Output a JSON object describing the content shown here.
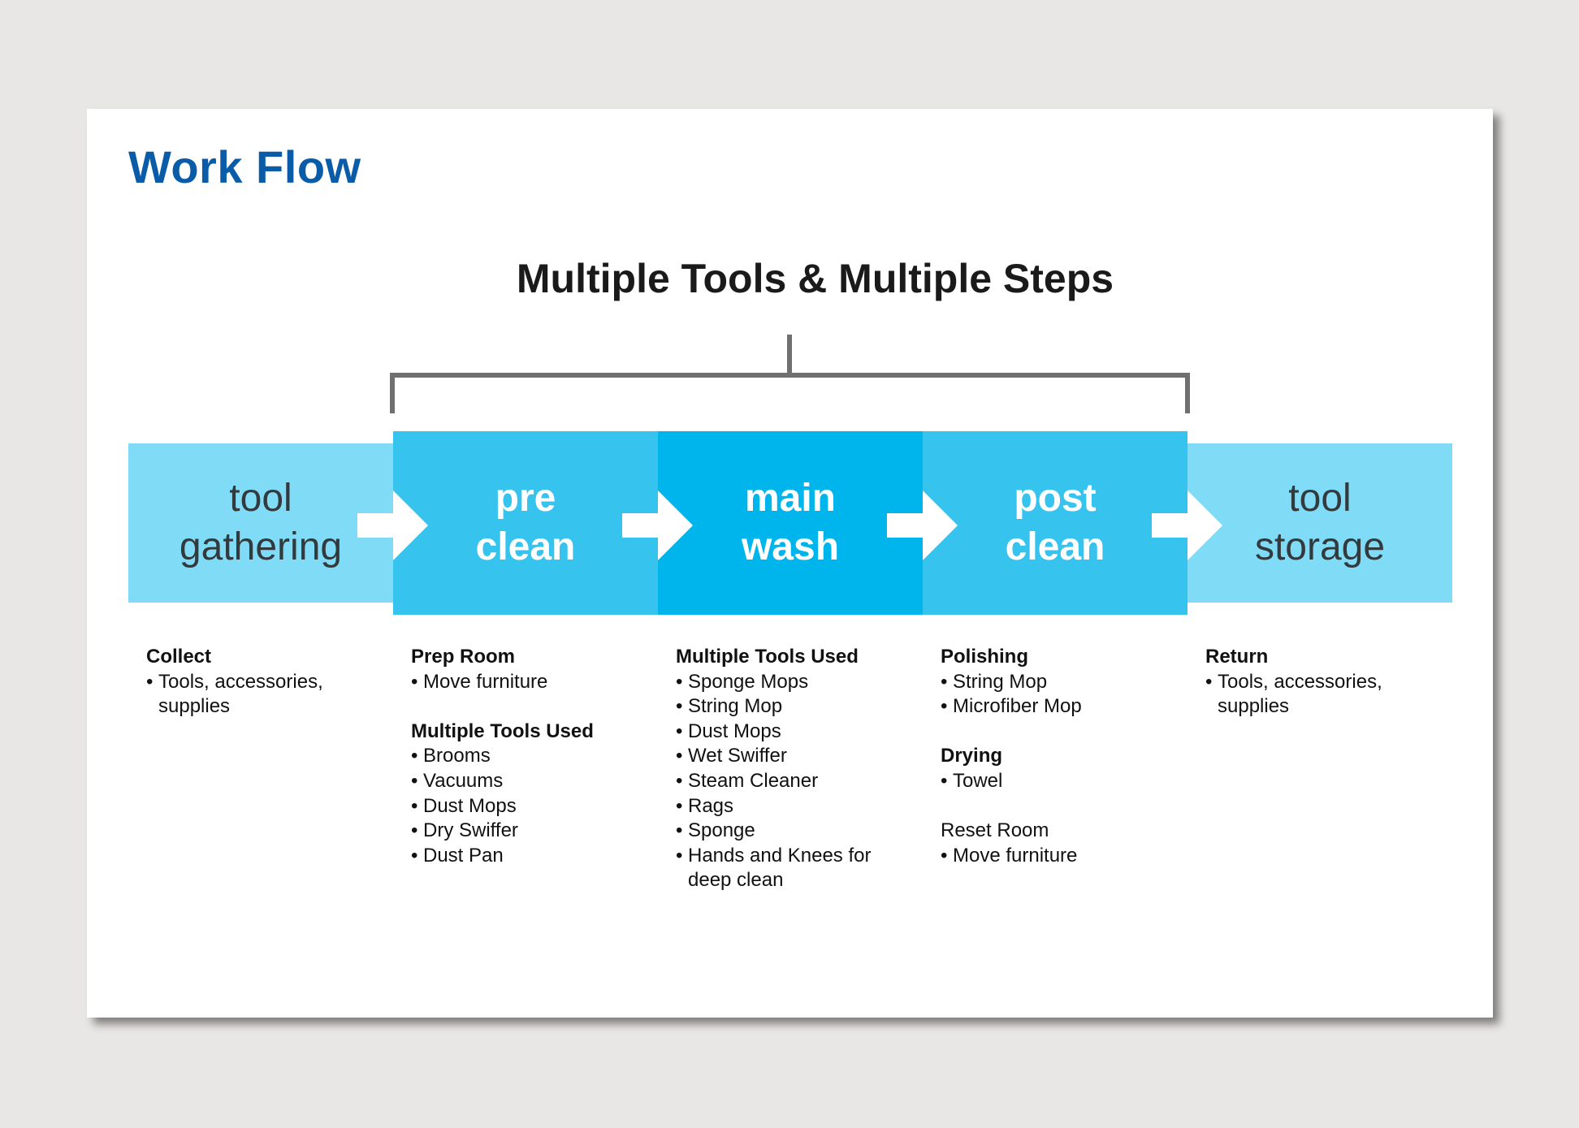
{
  "page": {
    "title": "Work Flow",
    "heading": "Multiple Tools & Multiple Steps"
  },
  "colors": {
    "title": "#0a5ca8",
    "outer_step": "#80dcf6",
    "inner_step": "#36c4ef",
    "main_step": "#00b5ec",
    "bracket": "#707070",
    "arrow": "#ffffff"
  },
  "steps": [
    {
      "line1": "tool",
      "line2": "gathering"
    },
    {
      "line1": "pre",
      "line2": "clean"
    },
    {
      "line1": "main",
      "line2": "wash"
    },
    {
      "line1": "post",
      "line2": "clean"
    },
    {
      "line1": "tool",
      "line2": "storage"
    }
  ],
  "columns": [
    {
      "sections": [
        {
          "heading": "Collect",
          "items": [
            "Tools, accessories, supplies"
          ]
        }
      ]
    },
    {
      "sections": [
        {
          "heading": "Prep Room",
          "items": [
            "Move furniture"
          ]
        },
        {
          "heading": "Multiple Tools Used",
          "items": [
            "Brooms",
            "Vacuums",
            "Dust Mops",
            "Dry Swiffer",
            "Dust Pan"
          ]
        }
      ]
    },
    {
      "sections": [
        {
          "heading": "Multiple Tools Used",
          "items": [
            "Sponge Mops",
            "String Mop",
            "Dust Mops",
            "Wet Swiffer",
            "Steam Cleaner",
            "Rags",
            "Sponge",
            "Hands and Knees for deep clean"
          ]
        }
      ]
    },
    {
      "sections": [
        {
          "heading": "Polishing",
          "items": [
            "String Mop",
            "Microfiber Mop"
          ]
        },
        {
          "heading": "Drying",
          "items": [
            "Towel"
          ]
        },
        {
          "heading": "Reset Room",
          "items": [
            "Move furniture"
          ]
        }
      ]
    },
    {
      "sections": [
        {
          "heading": "Return",
          "items": [
            "Tools, accessories, supplies"
          ]
        }
      ]
    }
  ]
}
